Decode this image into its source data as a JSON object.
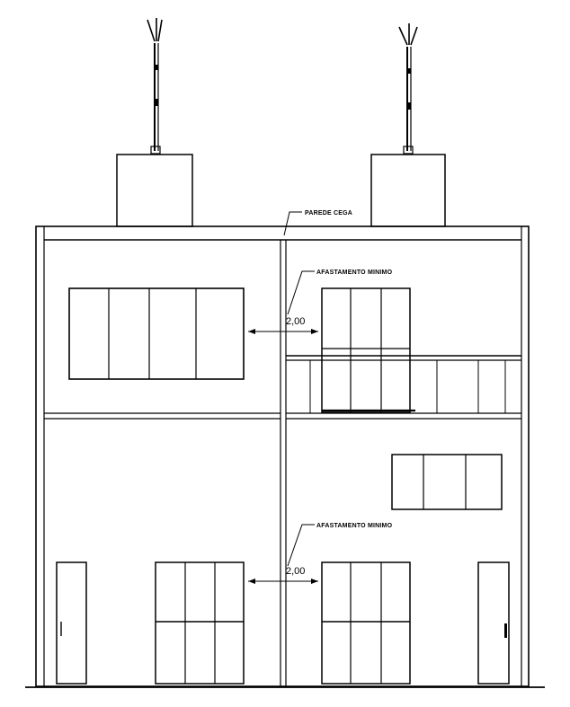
{
  "drawing": {
    "annotations": {
      "wall_label": "PAREDE CEGA",
      "upper_setback_label": "AFASTAMENTO MINIMO",
      "lower_setback_label": "AFASTAMENTO MINIMO"
    },
    "dimensions": {
      "upper_distance": "2,00",
      "lower_distance": "2,00"
    },
    "line_color": "#000000",
    "background_color": "#ffffff"
  }
}
